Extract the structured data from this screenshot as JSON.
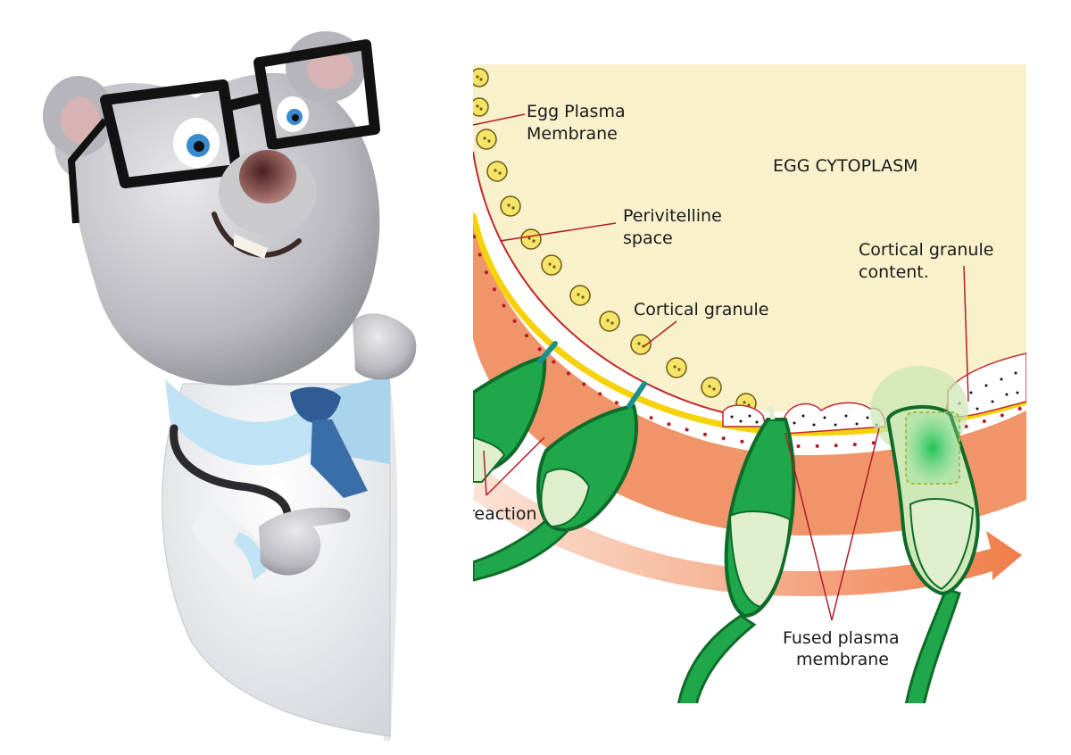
{
  "diagram": {
    "labels": {
      "egg_plasma_membrane_1": "Egg Plasma",
      "egg_plasma_membrane_2": "Membrane",
      "egg_cytoplasm": "EGG CYTOPLASM",
      "perivitelline_1": "Perivitelline",
      "perivitelline_2": "space",
      "cortical_granule": "Cortical granule",
      "granule_content_1": "Cortical granule",
      "granule_content_2": "content.",
      "reaction": "reaction",
      "fused_1": "Fused plasma",
      "fused_2": "membrane"
    },
    "colors": {
      "cytoplasm": "#f8f1cc",
      "zona": "#f0946a",
      "yellow_layer": "#f5d20a",
      "membrane_line": "#c0282e",
      "sperm_green": "#1fa84a",
      "sperm_dark": "#0f6b2a",
      "arrow": "#f4a07a"
    }
  },
  "mascot": {
    "character": "cartoon-doctor-bear-icon",
    "accessories": [
      "glasses-icon",
      "stethoscope-icon",
      "necktie-icon"
    ]
  }
}
